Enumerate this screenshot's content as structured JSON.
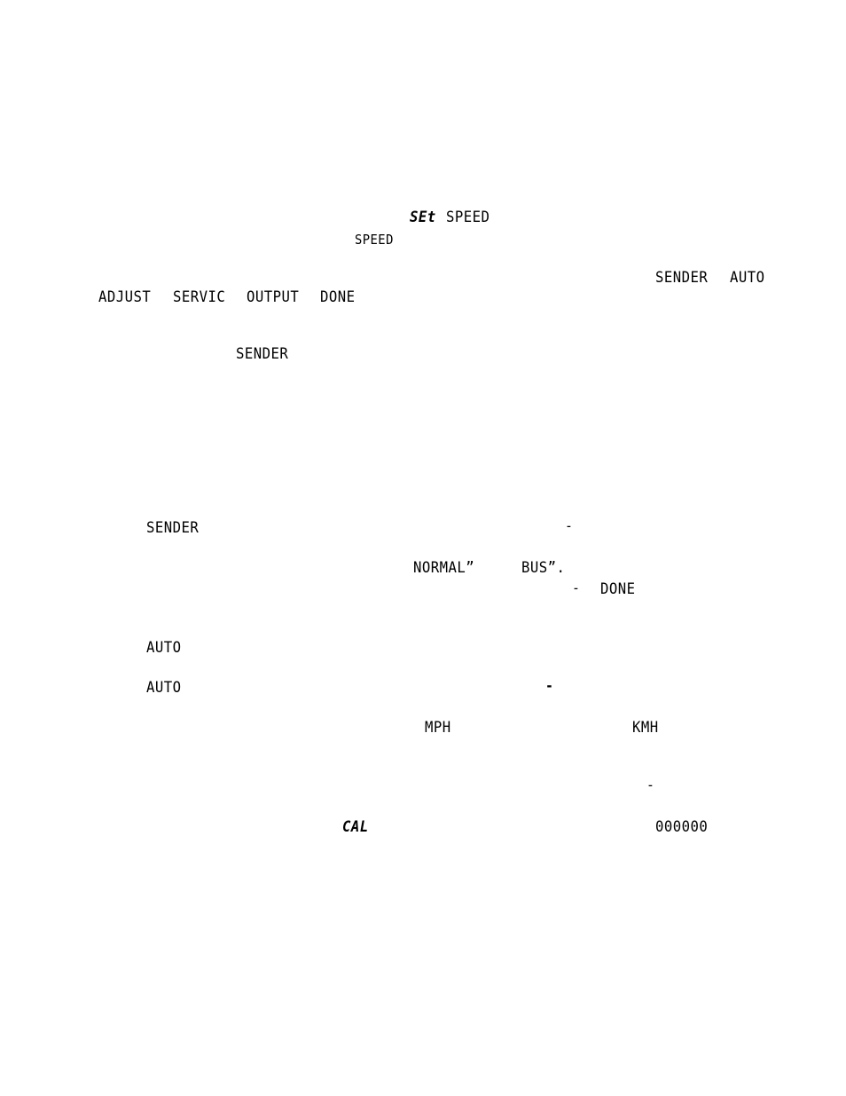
{
  "page": {
    "line1": {
      "set": "SEt",
      "speed": "SPEED"
    },
    "line2": {
      "speed": "SPEED"
    },
    "line3": {
      "sender": "SENDER",
      "auto": "AUTO"
    },
    "line4": {
      "adjust": "ADJUST",
      "servic": "SERVIC",
      "output": "OUTPUT",
      "done": "DONE"
    },
    "line5": {
      "sender": "SENDER"
    },
    "item_sender": {
      "label": "SENDER",
      "dash": "-"
    },
    "item_normal": {
      "normal": "NORMAL”",
      "bus": "BUS”."
    },
    "item_done": {
      "dash": "-",
      "done": "DONE"
    },
    "item_auto1": {
      "label": "AUTO"
    },
    "item_auto2": {
      "label": "AUTO",
      "dash": "-"
    },
    "item_units": {
      "mph": "MPH",
      "kmh": "KMH"
    },
    "item_dash3": {
      "dash": "-"
    },
    "item_cal": {
      "cal": "CAL",
      "zeros": "000000"
    }
  }
}
